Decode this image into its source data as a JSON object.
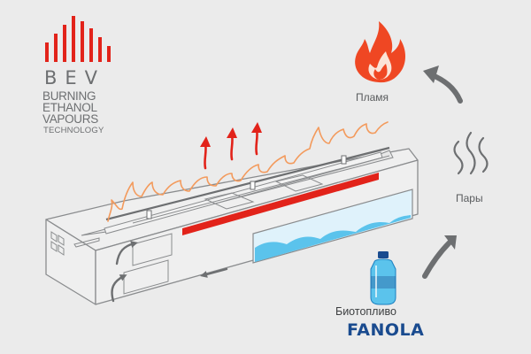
{
  "logo": {
    "acronym": "BEV",
    "line1": "BURNING",
    "line2": "ETHANOL",
    "line3": "VAPOURS",
    "line4": "TECHNOLOGY",
    "bar_color": "#e2231a"
  },
  "labels": {
    "flame": "Пламя",
    "vapours": "Пары",
    "fuel": "Биотопливо",
    "fuel_brand": "FANOLA"
  },
  "colors": {
    "background": "#ebebeb",
    "outline": "#8a8c8e",
    "flame_red": "#e2231a",
    "flame_orange": "#f39a5c",
    "liquid_blue": "#5bc3ec",
    "liquid_light": "#dff2fb",
    "arrow_grey": "#6d6f71",
    "brand_blue": "#1a4b8f"
  },
  "icons": [
    "flame-icon",
    "vapour-icon",
    "fuel-bottle-icon",
    "curved-arrow-icon"
  ]
}
